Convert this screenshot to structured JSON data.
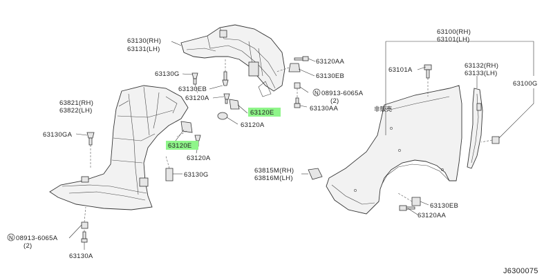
{
  "diagram_id": "J6300075",
  "note_jp": "非販売",
  "labels": {
    "l_63130_rh": "63130(RH)",
    "l_63131_lh": "63131(LH)",
    "l_63130g_top": "63130G",
    "l_63130eb_top": "63130EB",
    "l_63120a_top": "63120A",
    "l_63120aa_top": "63120AA",
    "l_63130eb_mid": "63130EB",
    "l_08913_top": "08913-6065A",
    "l_08913_top_qty": "(2)",
    "l_63130aa_top": "63130AA",
    "l_63120e_top": "63120E",
    "l_63120a_mid": "63120A",
    "l_63821_rh": "63821(RH)",
    "l_63822_lh": "63822(LH)",
    "l_63130ga": "63130GA",
    "l_63120e_left": "63120E",
    "l_63120a_left": "63120A",
    "l_63130g_left": "63130G",
    "l_08913_bot": "08913-6065A",
    "l_08913_bot_qty": "(2)",
    "l_63130a": "63130A",
    "l_63100_rh": "63100(RH)",
    "l_63101_lh": "63101(LH)",
    "l_63101a": "63101A",
    "l_63132_rh": "63132(RH)",
    "l_63133_lh": "63133(LH)",
    "l_63100g": "63100G",
    "l_63815m_rh": "63815M(RH)",
    "l_63816m_lh": "63816M(LH)",
    "l_63130eb_bot": "63130EB",
    "l_63120aa_bot": "63120AA"
  },
  "symbols": {
    "n_mark": "N"
  },
  "colors": {
    "highlight": "#8ff58a",
    "line": "#333333"
  }
}
